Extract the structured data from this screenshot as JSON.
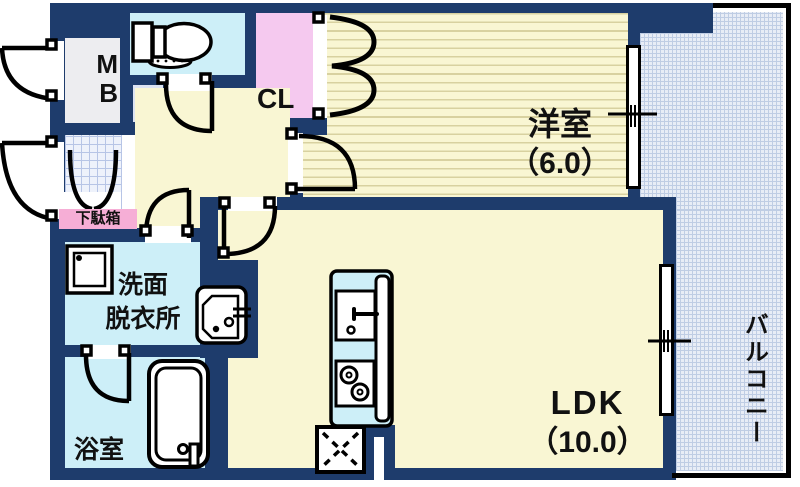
{
  "title": "apartment-floor-plan",
  "palette": {
    "wall": "#1e3c6c",
    "room_yellow": "#f9f6d3",
    "stripe_line": "#d8d1a0",
    "wet_room_cyan": "#cdeff8",
    "closet_pink": "#f5c9ef",
    "label_pink": "#f6aed6",
    "meter_box_gray": "#ededf0",
    "entrance_tile": "#eef2fb",
    "balcony_mesh": "#e8edf6",
    "outline_black": "#000000"
  },
  "rooms": {
    "mb": {
      "line1": "M",
      "line2": "B"
    },
    "cl": {
      "label": "CL"
    },
    "western": {
      "name": "洋室",
      "size": "（6.0）"
    },
    "getabako": {
      "label": "下駄箱"
    },
    "washroom": {
      "line1": "洗面",
      "line2": "脱衣所"
    },
    "bathroom": {
      "label": "浴室"
    },
    "ldk": {
      "name": "LDK",
      "size": "（10.0）"
    },
    "balcony": {
      "label": "バルコニー"
    }
  },
  "dimensions": {
    "western_room_tatami": "6.0",
    "ldk_tatami": "10.0"
  },
  "icons": {
    "toilet": "toilet-icon",
    "washing_machine": "washing-machine-icon",
    "vanity": "vanity-sink-icon",
    "bathtub": "bathtub-icon",
    "kitchen_sink": "kitchen-sink-icon",
    "stove": "stove-burners-icon",
    "refrigerator_space": "refrigerator-space-icon",
    "door_swing": "door-swing-icon",
    "folding_door": "folding-door-icon",
    "window": "sliding-window",
    "dimension_tick": "dimension-tick"
  }
}
